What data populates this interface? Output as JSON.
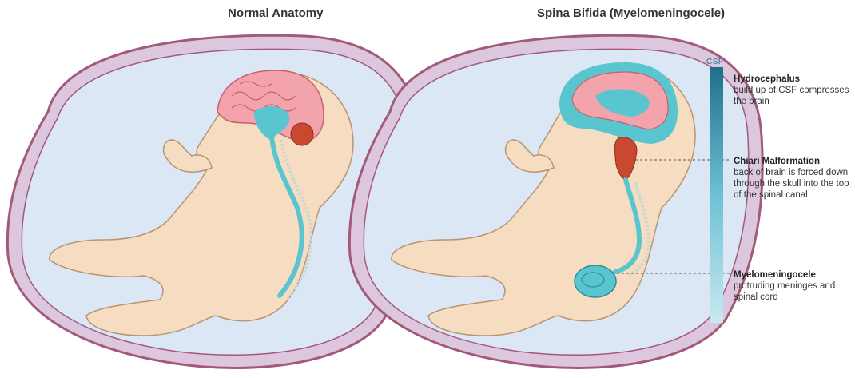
{
  "panels": {
    "left_title": "Normal Anatomy",
    "right_title": "Spina Bifida (Myelomeningocele)"
  },
  "csf_bar": {
    "label": "CSF",
    "color_top": "#1f6f8b",
    "color_bottom": "#bfe6ef"
  },
  "callouts": [
    {
      "title": "Hydrocephalus",
      "description": "build up of CSF compresses the brain"
    },
    {
      "title": "Chiari Malformation",
      "description": "back of brain is forced down through the skull into the top of the spinal canal"
    },
    {
      "title": "Myelomeningocele",
      "description": "protruding meninges and spinal cord"
    }
  ],
  "colors": {
    "uterus_outer": "#d9c4dc",
    "uterus_border": "#a35a7a",
    "amniotic": "#dbe7f4",
    "skin": "#f6dcc0",
    "skin_outline": "#b89572",
    "brain": "#f2a3ab",
    "csf": "#58c5cf",
    "cerebellum": "#c9482f",
    "spine": "#c8d9d0"
  }
}
